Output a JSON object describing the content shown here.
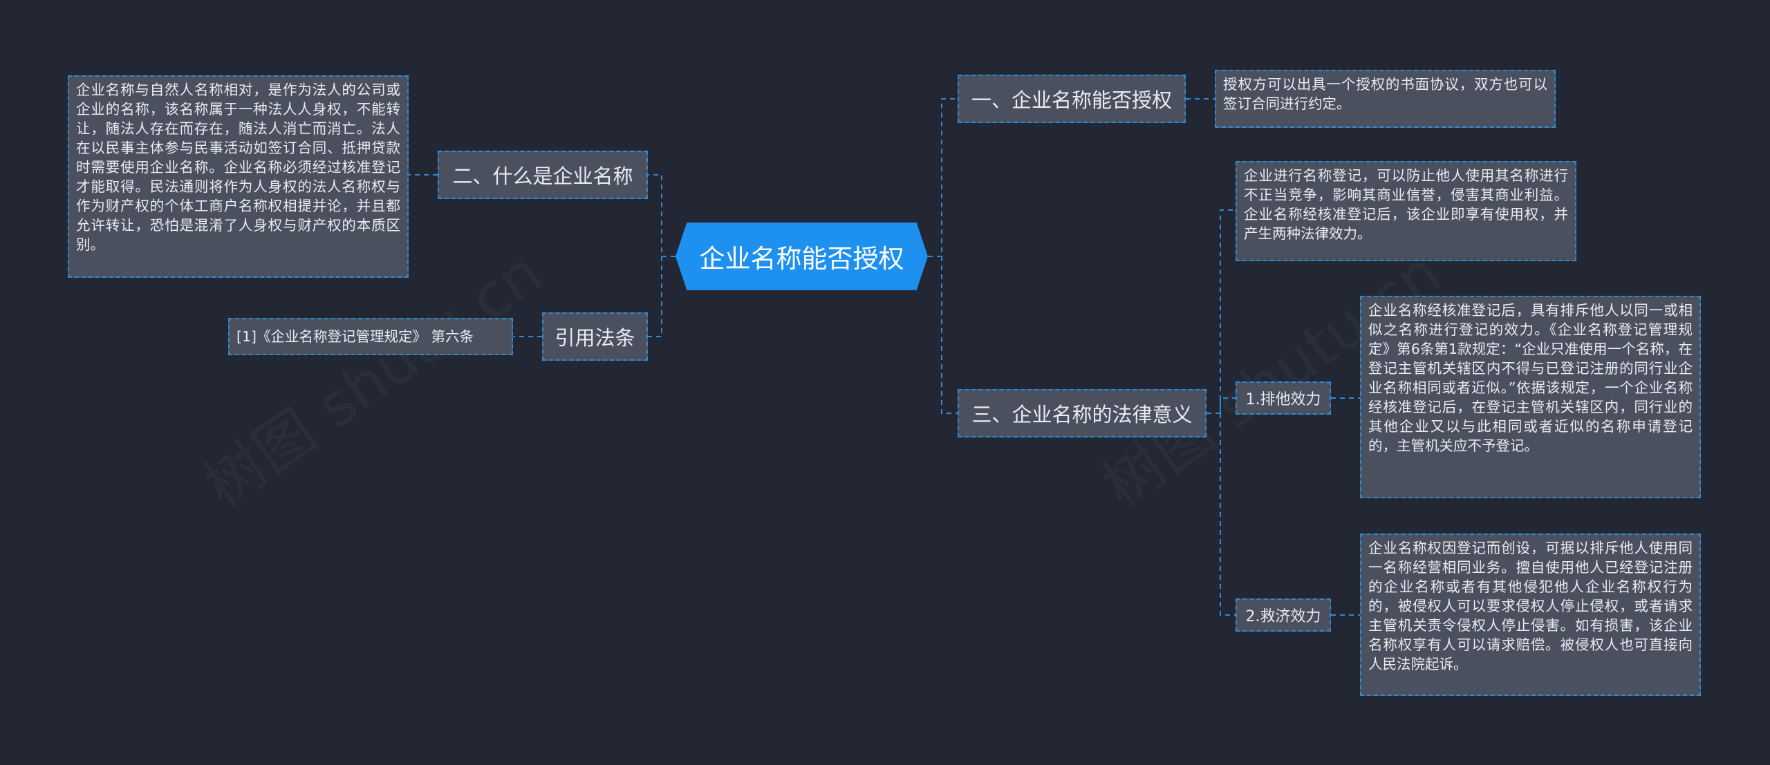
{
  "root": {
    "label": "企业名称能否授权"
  },
  "branches": {
    "b1": {
      "label": "一、企业名称能否授权",
      "leaf": "授权方可以出具一个授权的书面协议，双方也可以签订合同进行约定。"
    },
    "b2": {
      "label": "二、什么是企业名称",
      "leaf": "企业名称与自然人名称相对，是作为法人的公司或企业的名称，该名称属于一种法人人身权，不能转让，随法人存在而存在，随法人消亡而消亡。法人在以民事主体参与民事活动如签订合同、抵押贷款时需要使用企业名称。企业名称必须经过核准登记才能取得。民法通则将作为人身权的法人名称权与作为财产权的个体工商户名称权相提并论，并且都允许转让，恐怕是混淆了人身权与财产权的本质区别。"
    },
    "b3": {
      "label": "三、企业名称的法律意义",
      "leaf": "企业进行名称登记，可以防止他人使用其名称进行不正当竞争，影响其商业信誉，侵害其商业利益。企业名称经核准登记后，该企业即享有使用权，并产生两种法律效力。",
      "sub1": {
        "label": "1.排他效力",
        "leaf": "企业名称经核准登记后，具有排斥他人以同一或相似之名称进行登记的效力。《企业名称登记管理规定》第6条第1款规定：“企业只准使用一个名称，在登记主管机关辖区内不得与已登记注册的同行业企业名称相同或者近似。”依据该规定，一个企业名称经核准登记后，在登记主管机关辖区内，同行业的其他企业又以与此相同或者近似的名称申请登记的，主管机关应不予登记。"
      },
      "sub2": {
        "label": "2.救济效力",
        "leaf": "企业名称权因登记而创设，可据以排斥他人使用同一名称经营相同业务。擅自使用他人已经登记注册的企业名称或者有其他侵犯他人企业名称权行为的，被侵权人可以要求侵权人停止侵权，或者请求主管机关责令侵权人停止侵害。如有损害，该企业名称权享有人可以请求赔偿。被侵权人也可直接向人民法院起诉。"
      }
    },
    "b4": {
      "label": "引用法条",
      "leaf": "[1]《企业名称登记管理规定》 第六条"
    }
  },
  "colors": {
    "background": "#222733",
    "root": "#1e90f0",
    "node": "#4a505d",
    "connector": "#2f8bd6"
  }
}
